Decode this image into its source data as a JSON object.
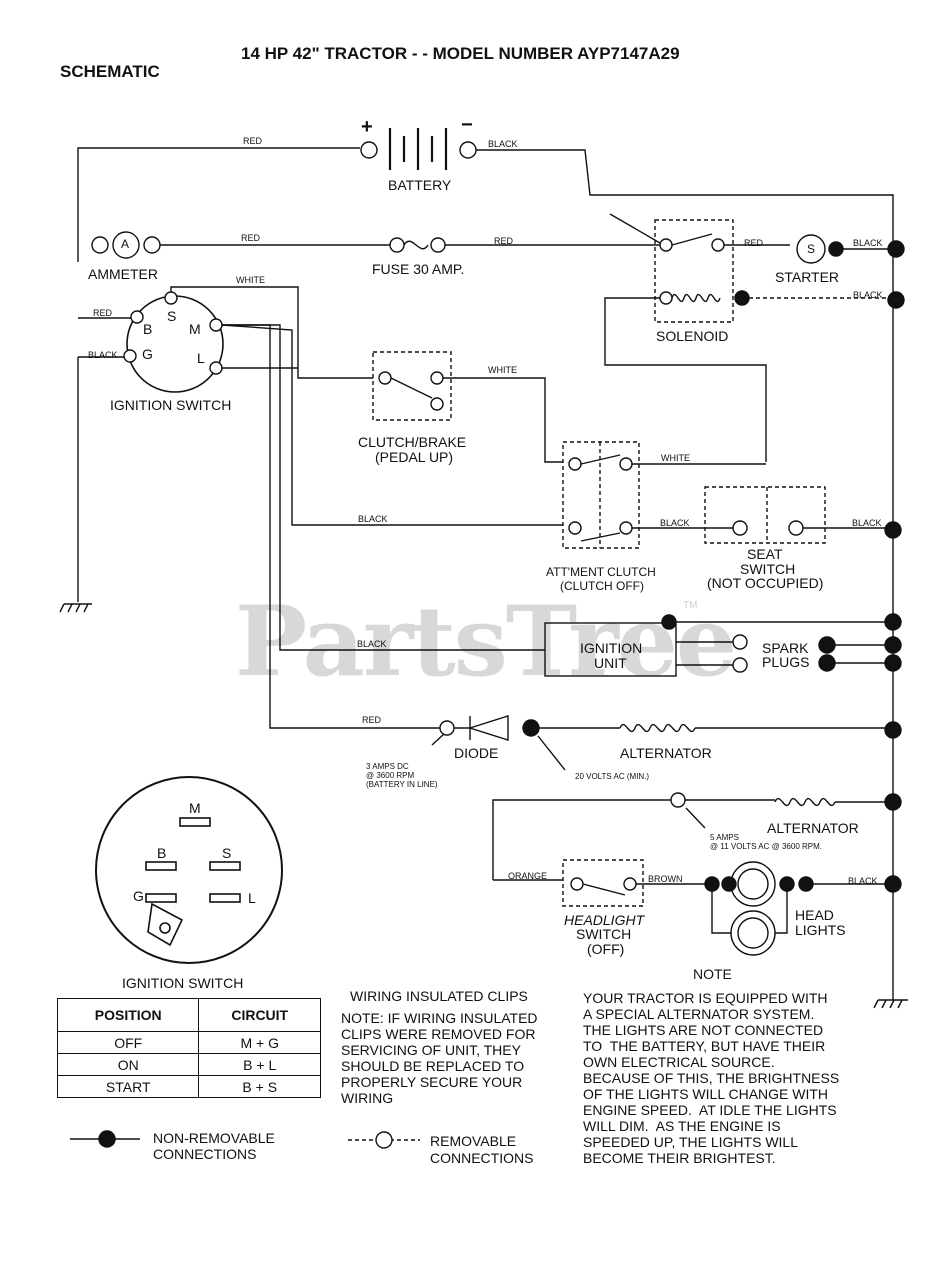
{
  "header": {
    "title": "14 HP 42\" TRACTOR - - MODEL NUMBER AYP7147A29",
    "section": "SCHEMATIC"
  },
  "components": {
    "battery": "BATTERY",
    "ammeter": "AMMETER",
    "ammeter_symbol": "A",
    "fuse": "FUSE 30 AMP.",
    "starter": "STARTER",
    "starter_symbol": "S",
    "solenoid": "SOLENOID",
    "ignition_switch": "IGNITION SWITCH",
    "clutch_brake": "CLUTCH/BRAKE",
    "clutch_brake_state": "(PEDAL UP)",
    "attachment_clutch": "ATT'MENT CLUTCH",
    "attachment_clutch_state": "(CLUTCH OFF)",
    "seat_switch": "SEAT",
    "seat_switch_2": "SWITCH",
    "seat_switch_state": "(NOT OCCUPIED)",
    "ignition_unit": "IGNITION",
    "ignition_unit_2": "UNIT",
    "spark_plugs": "SPARK",
    "spark_plugs_2": "PLUGS",
    "diode": "DIODE",
    "alternator": "ALTERNATOR",
    "alternator_2": "ALTERNATOR",
    "headlight_switch": "HEADLIGHT",
    "headlight_switch_2": "SWITCH",
    "headlight_switch_state": "(OFF)",
    "head_lights": "HEAD",
    "head_lights_2": "LIGHTS"
  },
  "terminals": {
    "B": "B",
    "S": "S",
    "M": "M",
    "G": "G",
    "L": "L",
    "plus": "+",
    "minus": "−"
  },
  "wires": {
    "red": "RED",
    "black": "BLACK",
    "white": "WHITE",
    "orange": "ORANGE",
    "brown": "BROWN"
  },
  "annotations": {
    "diode_rating": "3 AMPS DC\n@ 3600 RPM\n(BATTERY IN LINE)",
    "alternator_ac": "20 VOLTS AC (MIN.)",
    "alternator_2_rating": "5 AMPS\n@ 11 VOLTS AC @ 3600 RPM."
  },
  "ignition_switch_detail": {
    "title": "IGNITION SWITCH",
    "columns": [
      "POSITION",
      "CIRCUIT"
    ],
    "rows": [
      [
        "OFF",
        "M + G"
      ],
      [
        "ON",
        "B + L"
      ],
      [
        "START",
        "B + S"
      ]
    ]
  },
  "clips_note": {
    "heading": "WIRING INSULATED CLIPS",
    "body": "NOTE: IF WIRING INSULATED\nCLIPS WERE REMOVED FOR\nSERVICING OF UNIT, THEY\nSHOULD BE REPLACED TO\nPROPERLY SECURE YOUR\nWIRING"
  },
  "lights_note": {
    "heading": "NOTE",
    "body": "YOUR TRACTOR IS EQUIPPED WITH\nA SPECIAL ALTERNATOR SYSTEM.\nTHE LIGHTS ARE NOT CONNECTED\nTO  THE BATTERY, BUT HAVE THEIR\nOWN ELECTRICAL SOURCE.\nBECAUSE OF THIS, THE BRIGHTNESS\nOF THE LIGHTS WILL CHANGE WITH\nENGINE SPEED.  AT IDLE THE LIGHTS\nWILL DIM.  AS THE ENGINE IS\nSPEEDED UP, THE LIGHTS WILL\nBECOME THEIR BRIGHTEST."
  },
  "legend": {
    "non_removable": "NON-REMOVABLE",
    "non_removable_2": "CONNECTIONS",
    "removable": "REMOVABLE",
    "removable_2": "CONNECTIONS"
  },
  "watermark": {
    "text": "PartsTree",
    "tm": "TM"
  }
}
